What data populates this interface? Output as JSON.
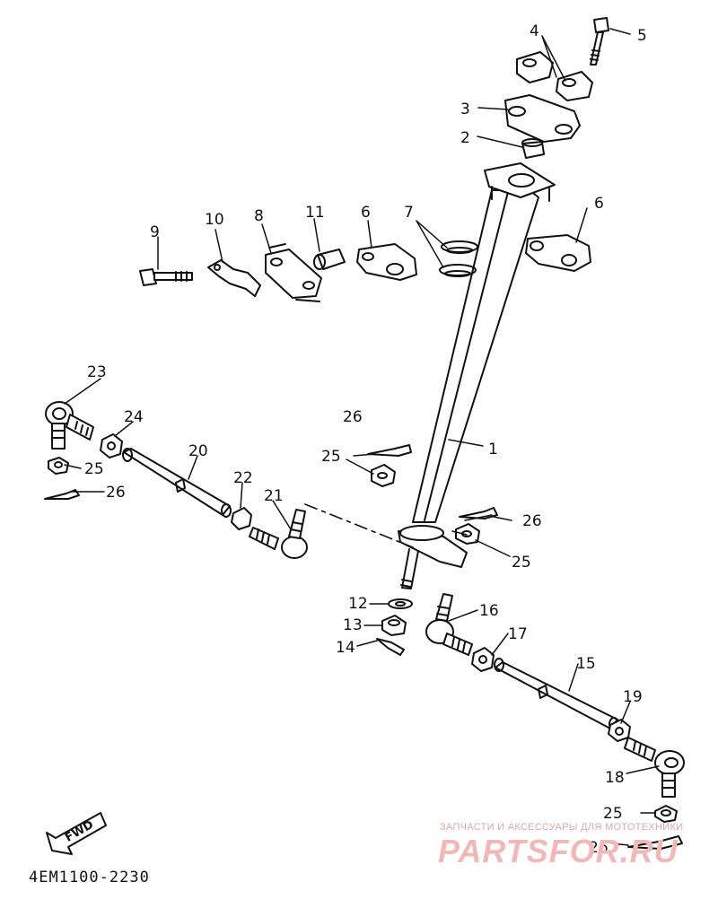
{
  "diagram": {
    "code": "4EM1100-2230",
    "fwd_label": "FWD",
    "watermark_top": "ЗАПЧАСТИ И АКСЕССУАРЫ ДЛЯ МОТОТЕХНИКИ",
    "watermark_brand": "PARTSFOR.RU",
    "callouts": [
      {
        "id": "c1",
        "label": "1"
      },
      {
        "id": "c2",
        "label": "2"
      },
      {
        "id": "c3",
        "label": "3"
      },
      {
        "id": "c4",
        "label": "4"
      },
      {
        "id": "c5",
        "label": "5"
      },
      {
        "id": "c6a",
        "label": "6"
      },
      {
        "id": "c6b",
        "label": "6"
      },
      {
        "id": "c7",
        "label": "7"
      },
      {
        "id": "c8",
        "label": "8"
      },
      {
        "id": "c9",
        "label": "9"
      },
      {
        "id": "c10",
        "label": "10"
      },
      {
        "id": "c11",
        "label": "11"
      },
      {
        "id": "c12",
        "label": "12"
      },
      {
        "id": "c13",
        "label": "13"
      },
      {
        "id": "c14",
        "label": "14"
      },
      {
        "id": "c15",
        "label": "15"
      },
      {
        "id": "c16",
        "label": "16"
      },
      {
        "id": "c17",
        "label": "17"
      },
      {
        "id": "c18",
        "label": "18"
      },
      {
        "id": "c19",
        "label": "19"
      },
      {
        "id": "c20",
        "label": "20"
      },
      {
        "id": "c21",
        "label": "21"
      },
      {
        "id": "c22",
        "label": "22"
      },
      {
        "id": "c23",
        "label": "23"
      },
      {
        "id": "c24",
        "label": "24"
      },
      {
        "id": "c25a",
        "label": "25"
      },
      {
        "id": "c25b",
        "label": "25"
      },
      {
        "id": "c25c",
        "label": "25"
      },
      {
        "id": "c25d",
        "label": "25"
      },
      {
        "id": "c26a",
        "label": "26"
      },
      {
        "id": "c26b",
        "label": "26"
      },
      {
        "id": "c26c",
        "label": "26"
      },
      {
        "id": "c26d",
        "label": "26"
      }
    ]
  }
}
